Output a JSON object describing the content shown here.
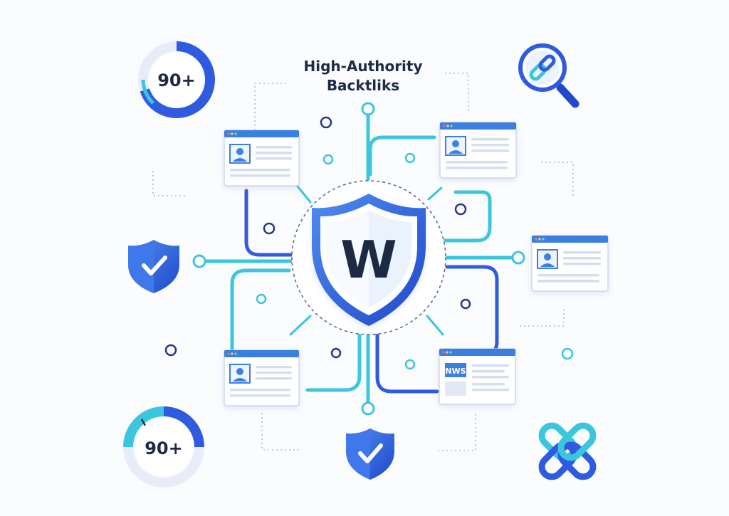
{
  "title": {
    "line1": "High-Authority",
    "line2": "Backtliks"
  },
  "center_badge": {
    "letter": "W"
  },
  "authority_gauges": [
    {
      "label": "90+",
      "percent": 70
    },
    {
      "label": "90+",
      "percent": 25
    }
  ],
  "news_card": {
    "tag": "NWS"
  },
  "colors": {
    "navy": "#1e2a44",
    "blue": "#2f5be0",
    "cyan": "#3cc6dd",
    "shield_light": "#eaf2fd",
    "card_header": "#3a7fe0",
    "dotted": "#9aaac6"
  },
  "icons": [
    "shield-w-icon",
    "check-shield-icon",
    "magnifier-link-icon",
    "chain-link-icon",
    "avatar-icon"
  ]
}
